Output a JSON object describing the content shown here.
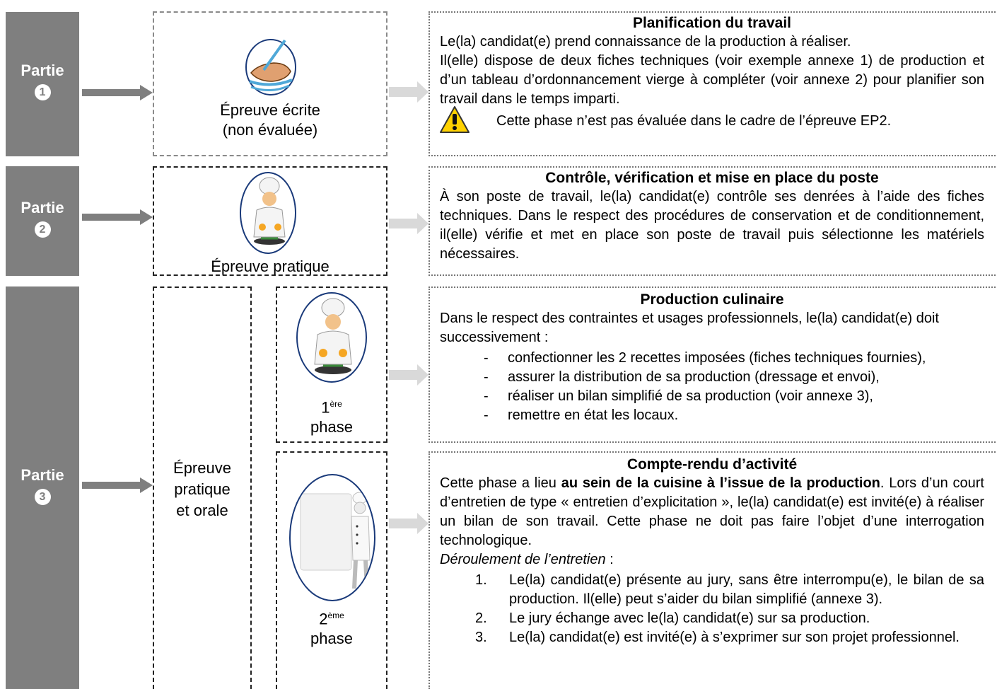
{
  "parts": [
    {
      "label": "Partie",
      "number": "1"
    },
    {
      "label": "Partie",
      "number": "2"
    },
    {
      "label": "Partie",
      "number": "3"
    }
  ],
  "left_boxes": {
    "ecrite_line1": "Épreuve écrite",
    "ecrite_line2": "(non évaluée)",
    "pratique": "Épreuve pratique",
    "orale_line1": "Épreuve",
    "orale_line2": "pratique",
    "orale_line3": "et orale",
    "phase1_num": "1",
    "phase1_sup": "ère",
    "phase1_word": "phase",
    "phase2_num": "2",
    "phase2_sup": "ème",
    "phase2_word": "phase"
  },
  "section1": {
    "title": "Planification du travail",
    "line1": "Le(la) candidat(e) prend connaissance de la production à réaliser.",
    "para": "Il(elle) dispose de deux fiches techniques (voir exemple annexe 1) de production et d’un tableau d’ordonnancement vierge à compléter (voir annexe 2) pour planifier son travail dans le temps imparti.",
    "warning": "Cette phase n’est pas évaluée dans le cadre de l’épreuve EP2."
  },
  "section2": {
    "title": "Contrôle, vérification et mise en place du poste",
    "para": "À son poste de travail, le(la) candidat(e) contrôle ses denrées à l’aide des fiches techniques. Dans le respect des procédures de conservation et de conditionnement, il(elle) vérifie et met en place son poste de travail puis sélectionne les matériels nécessaires."
  },
  "section3": {
    "title": "Production culinaire",
    "intro": "Dans le respect des contraintes et usages professionnels, le(la) candidat(e) doit successivement :",
    "items": [
      "confectionner les 2 recettes imposées (fiches techniques fournies),",
      "assurer la distribution de sa production (dressage et envoi),",
      "réaliser un bilan simplifié de sa production (voir annexe 3),",
      "remettre en état les locaux."
    ],
    "bullet": "-"
  },
  "section4": {
    "title": "Compte-rendu d’activité",
    "para_start": "Cette phase a lieu ",
    "para_bold": "au sein de la cuisine à l’issue de la production",
    "para_end": ". Lors d’un court d’entretien de type « entretien d’explicitation », le(la) candidat(e) est invité(e) à réaliser un bilan de son travail. Cette phase ne doit pas faire l’objet d’une interrogation technologique.",
    "subtitle": "Déroulement de l’entretien",
    "subtitle_suffix": " :",
    "items": [
      {
        "n": "1.",
        "text": "Le(la) candidat(e) présente au jury, sans être interrompu(e), le bilan de sa production. Il(elle) peut s’aider du bilan simplifié (annexe 3)."
      },
      {
        "n": "2.",
        "text": "Le jury échange avec le(la) candidat(e) sur sa production."
      },
      {
        "n": "3.",
        "text": "Le(la) candidat(e) est invité(e) à s’exprimer sur son projet professionnel."
      }
    ]
  },
  "colors": {
    "partie_bg": "#7f7f7f",
    "arrow_dark": "#7f7f7f",
    "arrow_light": "#d9d9d9",
    "warning_fill": "#ffd200"
  },
  "icons": [
    "writing-hand-icon",
    "chef-cooking-icon",
    "chef-holding-sign-icon",
    "warning-triangle-icon"
  ]
}
